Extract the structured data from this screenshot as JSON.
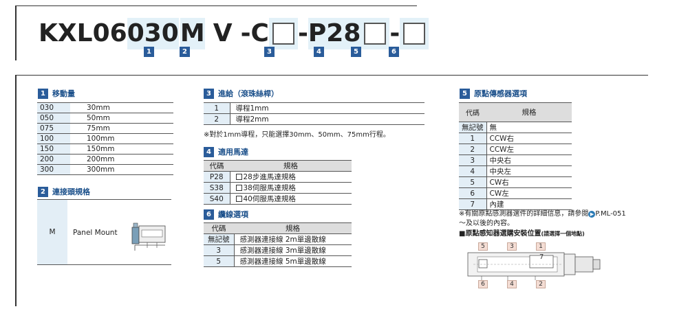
{
  "model": {
    "prefix": "KXL06",
    "stroke": "030",
    "mount": "M",
    "v": "V",
    "c": "-C",
    "dash_p": "-",
    "motor": "P28",
    "dash2": "-",
    "badges": [
      "1",
      "2",
      "3",
      "4",
      "5",
      "6"
    ]
  },
  "section1": {
    "num": "1",
    "title": "移動量",
    "rows": [
      {
        "code": "030",
        "value": "30mm"
      },
      {
        "code": "050",
        "value": "50mm"
      },
      {
        "code": "075",
        "value": "75mm"
      },
      {
        "code": "100",
        "value": "100mm"
      },
      {
        "code": "150",
        "value": "150mm"
      },
      {
        "code": "200",
        "value": "200mm"
      },
      {
        "code": "300",
        "value": "300mm"
      }
    ]
  },
  "section2": {
    "num": "2",
    "title": "連接頭規格",
    "code": "M",
    "value": "Panel Mount"
  },
  "section3": {
    "num": "3",
    "title": "進給（滾珠絲桿）",
    "rows": [
      {
        "code": "1",
        "value": "導程1mm"
      },
      {
        "code": "2",
        "value": "導程2mm"
      }
    ],
    "note": "※對於1mm導程，只能選擇30mm、50mm、75mm行程。"
  },
  "section4": {
    "num": "4",
    "title": "適用馬達",
    "header_code": "代碼",
    "header_spec": "規格",
    "rows": [
      {
        "code": "P28",
        "value": "28步進馬達規格"
      },
      {
        "code": "S38",
        "value": "38伺服馬達規格"
      },
      {
        "code": "S40",
        "value": "40伺服馬達規格"
      }
    ]
  },
  "section6": {
    "num": "6",
    "title": "纜線選項",
    "header_code": "代碼",
    "header_spec": "規格",
    "rows": [
      {
        "code": "無記號",
        "value": "感測器連接線 2m單邊散線"
      },
      {
        "code": "3",
        "value": "感測器連接線 3m單邊散線"
      },
      {
        "code": "5",
        "value": "感測器連接線 5m單邊散線"
      }
    ]
  },
  "section5": {
    "num": "5",
    "title": "原點傳感器選項",
    "header_code": "代碼",
    "header_spec": "規格",
    "rows": [
      {
        "code": "無記號",
        "value": "無"
      },
      {
        "code": "1",
        "value": "CCW右"
      },
      {
        "code": "2",
        "value": "CCW左"
      },
      {
        "code": "3",
        "value": "中央右"
      },
      {
        "code": "4",
        "value": "中央左"
      },
      {
        "code": "5",
        "value": "CW右"
      },
      {
        "code": "6",
        "value": "CW左"
      },
      {
        "code": "7",
        "value": "內建"
      }
    ],
    "note1": "※有關原點感測器選件的詳細信息，請參閱",
    "note_ref": "P.ML-051",
    "note2": "～及以後的內容。",
    "subtitle": "■原點感知器選購安裝位置",
    "subtitle_small": "(請選擇一個地點)",
    "pos_top": [
      "5",
      "3",
      "1"
    ],
    "pos_bottom": [
      "6",
      "4",
      "2"
    ],
    "pos_mid": "7"
  }
}
